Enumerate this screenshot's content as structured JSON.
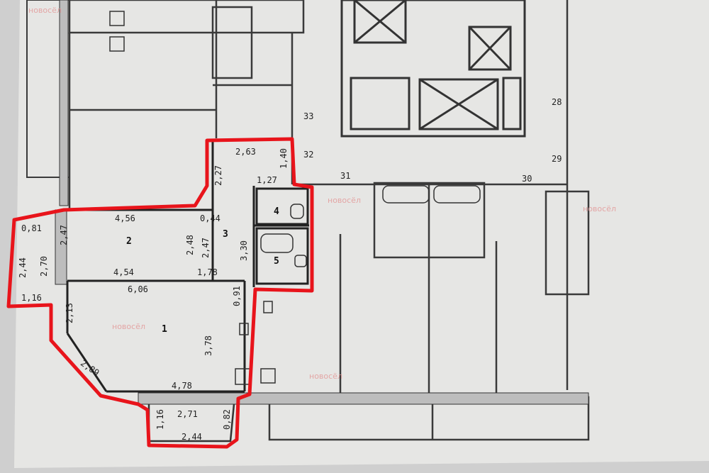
{
  "watermark": "новосёл",
  "rooms": [
    {
      "id": "room-1",
      "number": "1"
    },
    {
      "id": "room-2",
      "number": "2"
    },
    {
      "id": "room-3",
      "number": "3"
    },
    {
      "id": "room-4",
      "number": "4"
    },
    {
      "id": "room-5",
      "number": "5"
    }
  ],
  "dimensions": [
    "2,63",
    "1,40",
    "2,27",
    "1,27",
    "4,56",
    "0,44",
    "0,81",
    "2,47",
    "2,48",
    "2,47",
    "3,30",
    "2,44",
    "2,70",
    "4,54",
    "1,78",
    "1,16",
    "6,06",
    "0,91",
    "2,13",
    "3,78",
    "2,89",
    "4,78",
    "1,16",
    "2,71",
    "0,82",
    "2,44"
  ],
  "axis_marks": [
    "33",
    "32",
    "31",
    "30",
    "28",
    "29"
  ],
  "highlight_color": "#e8141b"
}
